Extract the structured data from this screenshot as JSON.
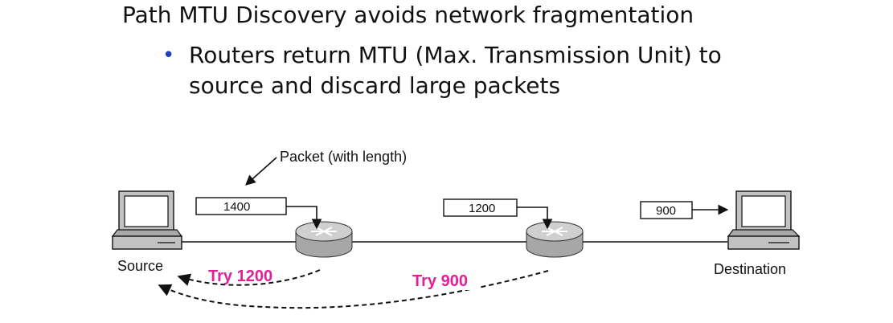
{
  "slide": {
    "heading": "Path MTU Discovery avoids network fragmentation",
    "bullets": [
      {
        "marker": "•",
        "text": "Routers return MTU (Max. Transmission Unit) to source and discard large packets"
      }
    ]
  },
  "diagram": {
    "packet_label": "Packet (with length)",
    "packets": [
      "1400",
      "1200",
      "900"
    ],
    "source_label": "Source",
    "destination_label": "Destination",
    "feedback": [
      "Try 1200",
      "Try 900"
    ],
    "colors": {
      "feedback_text": "#e0209a",
      "bullet": "#1f3fbf",
      "router_body": "#a7a7a7",
      "router_top": "#cfcfcf",
      "computer": "#bfbfbf"
    }
  }
}
